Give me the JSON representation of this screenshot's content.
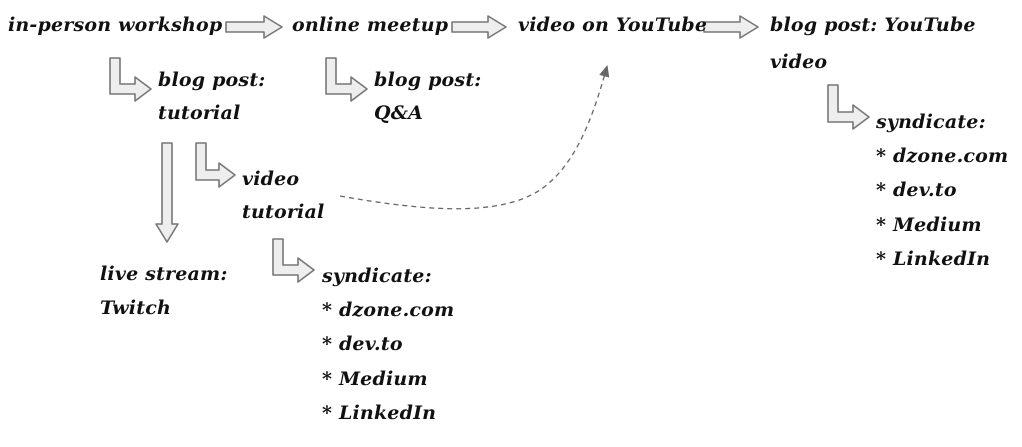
{
  "nodes": {
    "workshop": {
      "line1": "in-person workshop"
    },
    "meetup": {
      "line1": "online meetup"
    },
    "youtube_video": {
      "line1": "video on YouTube"
    },
    "blog_youtube": {
      "line1": "blog post: YouTube",
      "line2": "video"
    },
    "blog_tutorial": {
      "line1": "blog post:",
      "line2": "tutorial"
    },
    "blog_qa": {
      "line1": "blog post:",
      "line2": "Q&A"
    },
    "video_tutorial": {
      "line1": "video",
      "line2": "tutorial"
    },
    "live_stream": {
      "line1": "live stream:",
      "line2": "Twitch"
    },
    "syndicate_bottom": {
      "title": "syndicate:",
      "items": [
        "* dzone.com",
        "* dev.to",
        "* Medium",
        "* LinkedIn"
      ]
    },
    "syndicate_right": {
      "title": "syndicate:",
      "items": [
        "* dzone.com",
        "* dev.to",
        "* Medium",
        "* LinkedIn"
      ]
    }
  },
  "colors": {
    "text": "#111111",
    "arrow_fill": "#eeeeee",
    "arrow_stroke": "#777777",
    "dashed_arrow": "#666666"
  }
}
